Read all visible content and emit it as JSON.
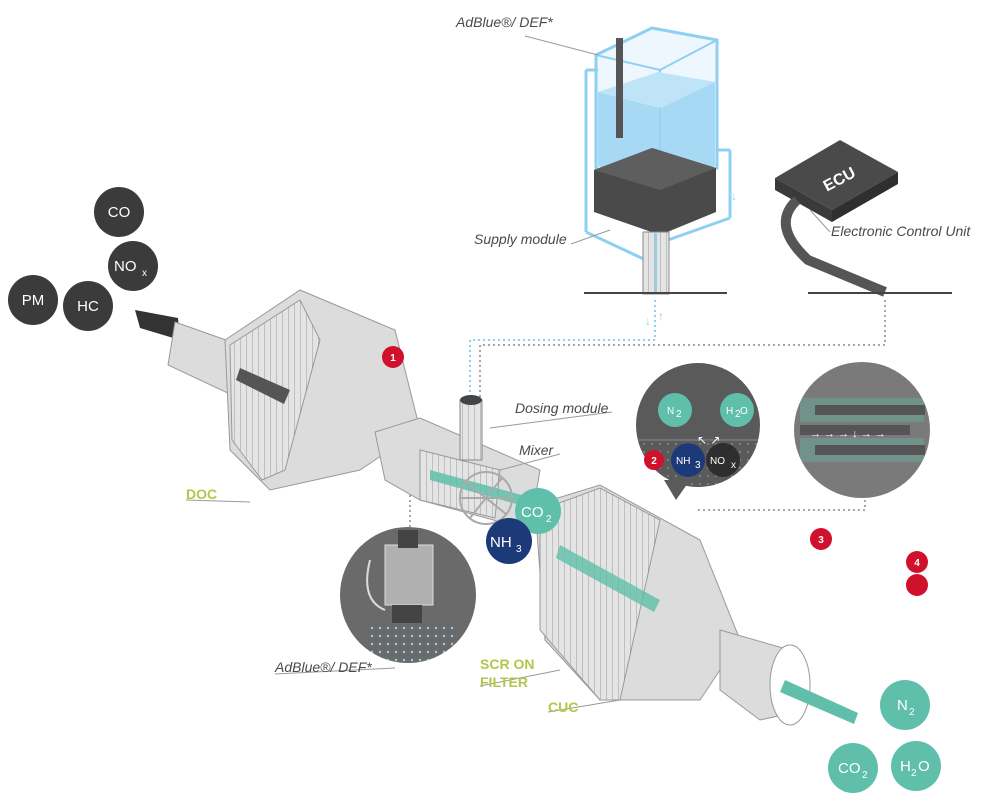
{
  "colors": {
    "dark_circle": "#3b3b3b",
    "navy": "#1d3a78",
    "teal": "#5fbfaa",
    "red": "#d0112b",
    "label_green": "#b4c64a",
    "fluid_blue": "#82c8f0",
    "body_grey": "#dcdcdc"
  },
  "labels": {
    "adblue_top": "AdBlue®/ DEF*",
    "supply_module": "Supply module",
    "ecu_text": "ECU",
    "ecu_caption": "Electronic Control Unit",
    "dosing_module": "Dosing module",
    "mixer": "Mixer",
    "doc": "DOC",
    "scr_line1": "SCR ON",
    "scr_line2": "FILTER",
    "cuc": "CUC",
    "adblue_bottom": "AdBlue®/ DEF*"
  },
  "inputs": {
    "co": "CO",
    "nox_main": "NO",
    "nox_sub": "x",
    "pm": "PM",
    "hc": "HC"
  },
  "middle": {
    "co2_main": "CO",
    "co2_sub": "2",
    "nh3_main": "NH",
    "nh3_sub": "3"
  },
  "inset": {
    "n2_main": "N",
    "n2_sub": "2",
    "h2o_a": "H",
    "h2o_sub": "2",
    "h2o_b": "O",
    "nh3_main": "NH",
    "nh3_sub": "3",
    "nox_main": "NO",
    "nox_sub": "x"
  },
  "outputs": {
    "n2_main": "N",
    "n2_sub": "2",
    "co2_main": "CO",
    "co2_sub": "2",
    "h2o_a": "H",
    "h2o_sub": "2",
    "h2o_b": "O"
  },
  "markers": {
    "m1": "1",
    "m2": "2",
    "m3": "3",
    "m4": "4"
  },
  "icons": [
    "tank-icon",
    "ecu-icon",
    "nozzle-icon",
    "mixer-icon"
  ]
}
